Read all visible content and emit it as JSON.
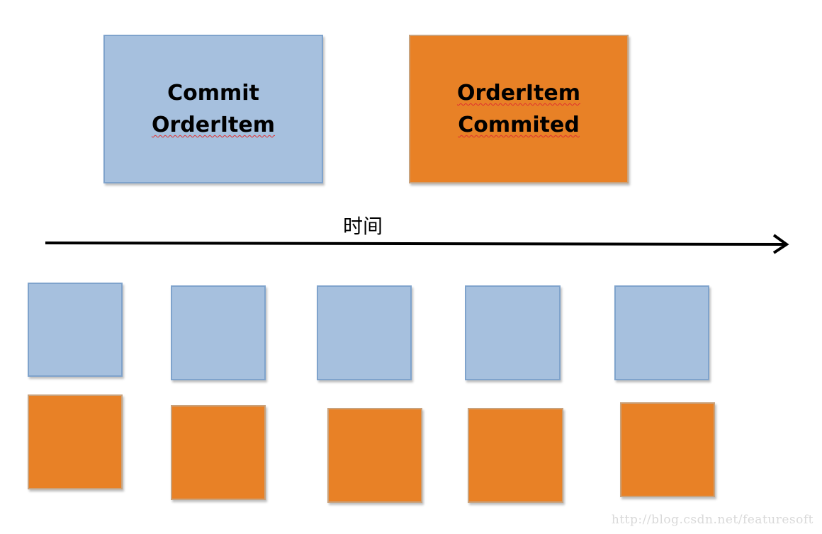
{
  "top_boxes": {
    "commit": {
      "lines": [
        "Commit",
        "OrderItem"
      ],
      "color": "#a6c0de"
    },
    "committed": {
      "lines": [
        "OrderItem",
        "Commited"
      ],
      "color": "#e88126"
    }
  },
  "timeline": {
    "label": "时间"
  },
  "rows": {
    "blue_count": 5,
    "orange_count": 5
  },
  "watermark": "http://blog.csdn.net/featuresoft",
  "colors": {
    "blue": "#a6c0de",
    "orange": "#e88126",
    "arrow": "#000000"
  }
}
